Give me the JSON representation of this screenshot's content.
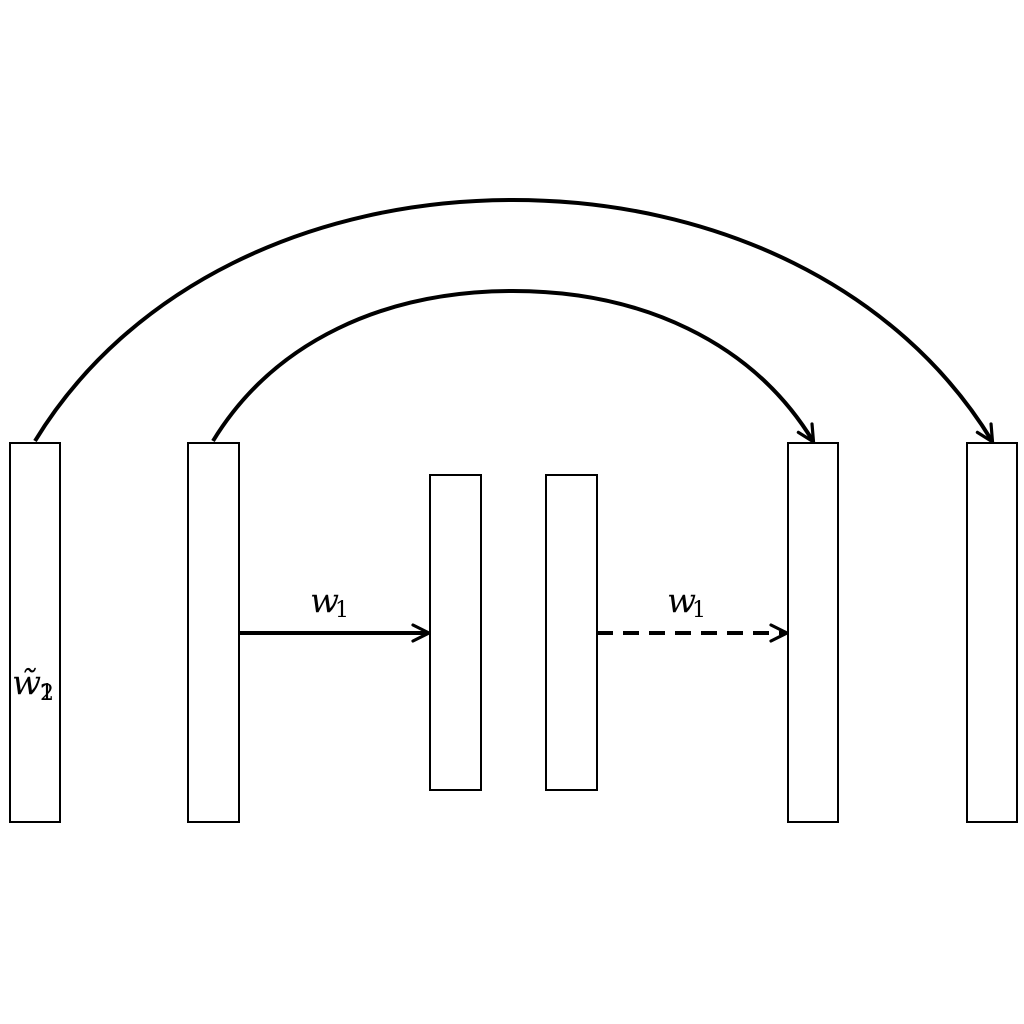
{
  "diagram": {
    "labels": {
      "solid_arrow": {
        "base": "w",
        "sub": "1"
      },
      "dashed_arrow": {
        "base": "w",
        "sub": "1"
      },
      "left_block": {
        "base": "w̃",
        "sub_a": "1",
        "sub_b": "2"
      }
    },
    "style": {
      "stroke": "#000000",
      "background": "#ffffff"
    }
  }
}
